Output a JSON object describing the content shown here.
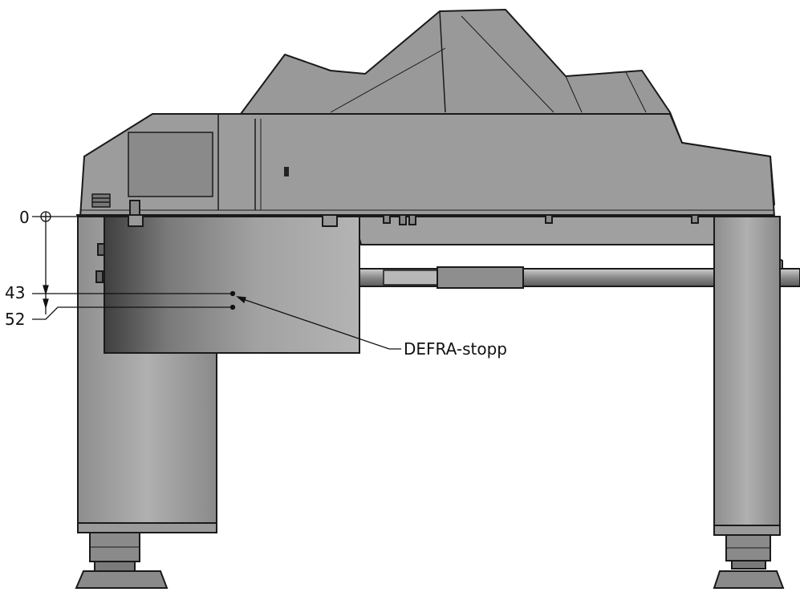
{
  "dimensions": {
    "zero_label": "0",
    "mark_1_label": "43",
    "mark_2_label": "52"
  },
  "callout": {
    "label": "DEFRA-stopp"
  },
  "colors": {
    "body_gray": "#9a9a9a",
    "dark_gray": "#6e6e6e",
    "outline": "#1a1a1a",
    "tank_light": "#a8a8a8",
    "tank_dark": "#4a4a4a"
  }
}
